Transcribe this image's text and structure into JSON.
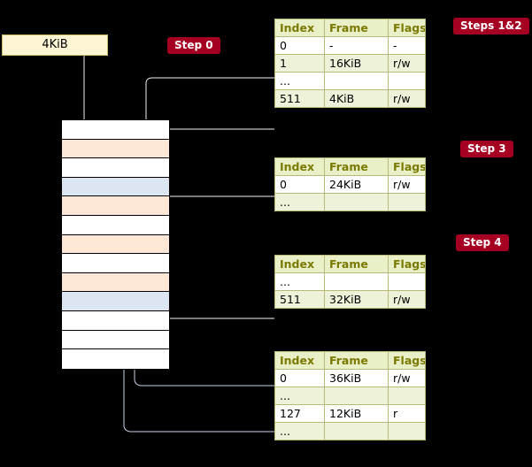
{
  "labels": {
    "vaddr_box": "4KiB",
    "step0": "Step 0",
    "steps12": "Steps 1&2",
    "step3": "Step 3",
    "step4": "Step 4"
  },
  "tables": [
    {
      "name": "pml4-table",
      "headers": [
        "Index",
        "Frame",
        "Flags"
      ],
      "rows": [
        {
          "cells": [
            "0",
            "-",
            "-"
          ],
          "shade": "white"
        },
        {
          "cells": [
            "1",
            "16KiB",
            "r/w"
          ],
          "shade": "alt"
        },
        {
          "cells": [
            "...",
            "",
            ""
          ],
          "shade": "white"
        },
        {
          "cells": [
            "511",
            "4KiB",
            "r/w"
          ],
          "shade": "alt"
        }
      ]
    },
    {
      "name": "pdp-table",
      "headers": [
        "Index",
        "Frame",
        "Flags"
      ],
      "rows": [
        {
          "cells": [
            "0",
            "24KiB",
            "r/w"
          ],
          "shade": "white"
        },
        {
          "cells": [
            "...",
            "",
            ""
          ],
          "shade": "alt"
        }
      ]
    },
    {
      "name": "pd-table",
      "headers": [
        "Index",
        "Frame",
        "Flags"
      ],
      "rows": [
        {
          "cells": [
            "...",
            "",
            ""
          ],
          "shade": "white"
        },
        {
          "cells": [
            "511",
            "32KiB",
            "r/w"
          ],
          "shade": "alt"
        }
      ]
    },
    {
      "name": "pt-table",
      "headers": [
        "Index",
        "Frame",
        "Flags"
      ],
      "rows": [
        {
          "cells": [
            "0",
            "36KiB",
            "r/w"
          ],
          "shade": "white"
        },
        {
          "cells": [
            "...",
            "",
            ""
          ],
          "shade": "alt"
        },
        {
          "cells": [
            "127",
            "12KiB",
            "r"
          ],
          "shade": "white"
        },
        {
          "cells": [
            "...",
            "",
            ""
          ],
          "shade": "alt"
        }
      ]
    }
  ],
  "memory_column": {
    "name": "physical-memory-column",
    "rows": [
      {
        "fill": "#ffffff"
      },
      {
        "fill": "#fde7d6"
      },
      {
        "fill": "#ffffff"
      },
      {
        "fill": "#dce6f2"
      },
      {
        "fill": "#fde7d6"
      },
      {
        "fill": "#ffffff"
      },
      {
        "fill": "#fde7d6"
      },
      {
        "fill": "#ffffff"
      },
      {
        "fill": "#fde7d6"
      },
      {
        "fill": "#dce6f2"
      },
      {
        "fill": "#ffffff"
      },
      {
        "fill": "#ffffff"
      },
      {
        "fill": "#ffffff"
      }
    ]
  },
  "colors": {
    "badge": "#a50021",
    "table_header": "#e9f0c8",
    "table_alt": "#eef2d8",
    "border": "#b9b97a",
    "vaddr_fill": "#fdf5d4",
    "wire": "#f2f2f2",
    "wire_blue": "#c6d5e8"
  }
}
